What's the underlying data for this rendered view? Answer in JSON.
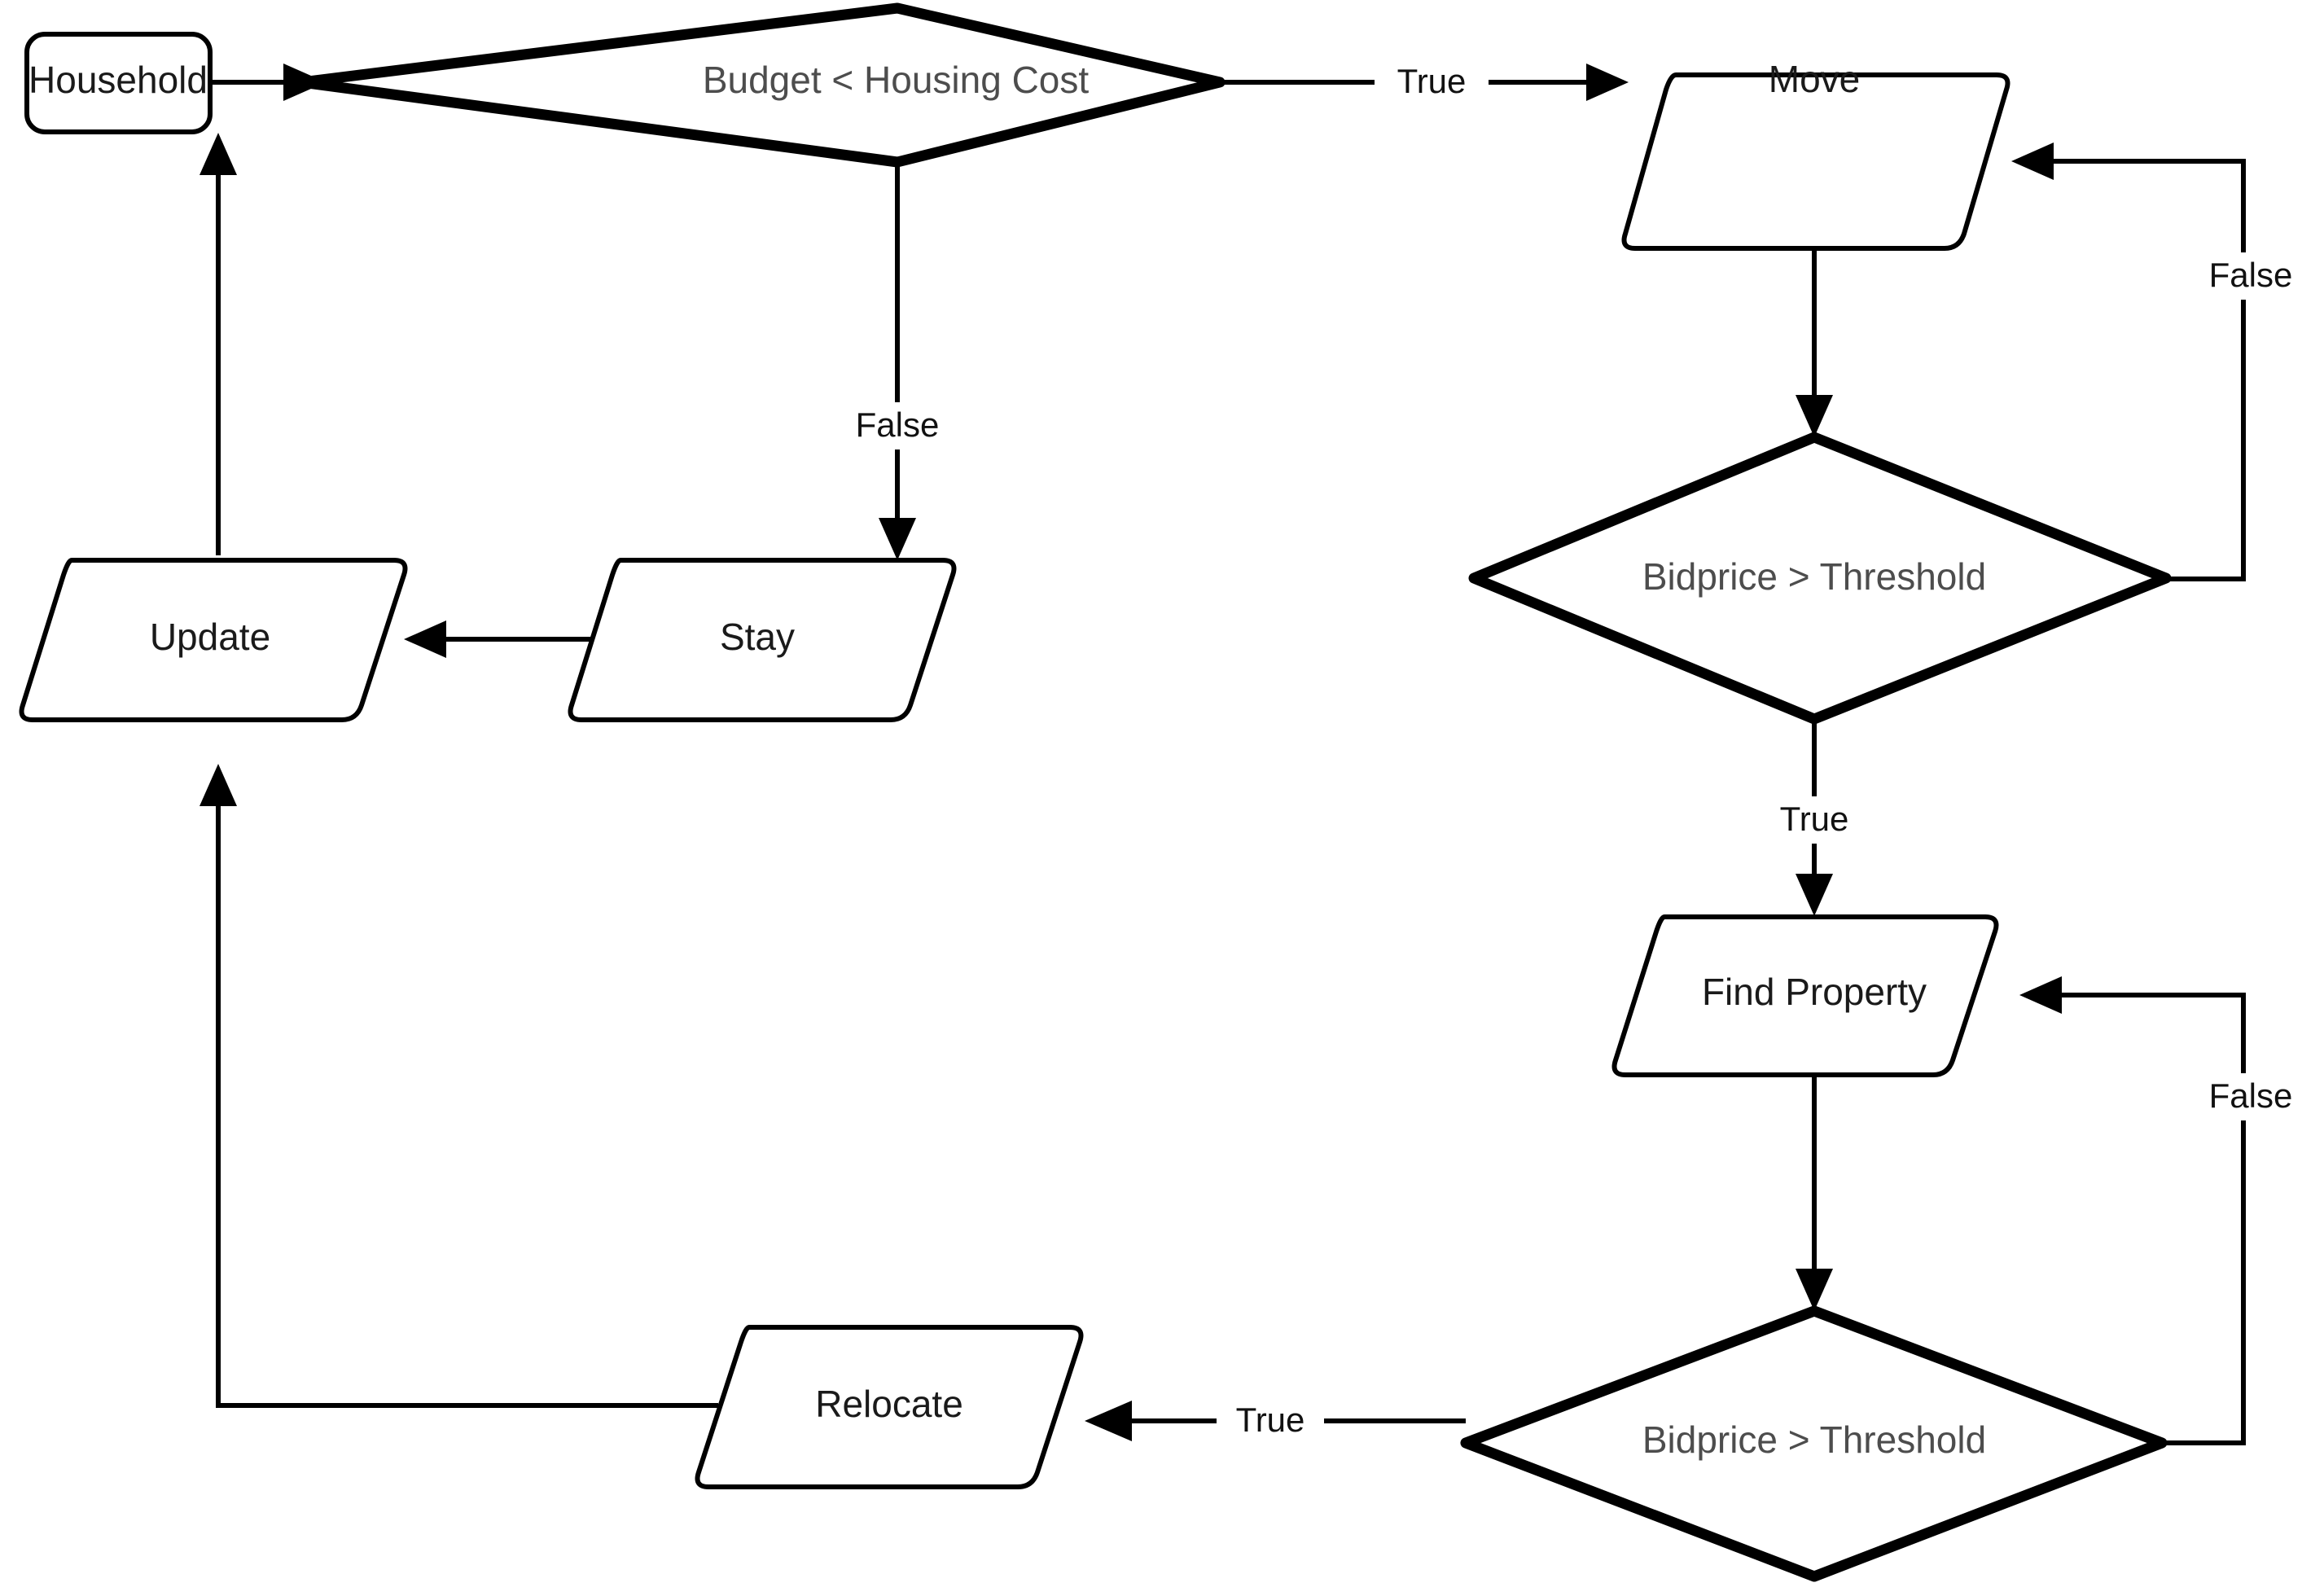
{
  "diagram": {
    "type": "flowchart",
    "title": "Household Housing Decision Flowchart",
    "background_color": "#ffffff",
    "stroke_color": "#000000",
    "decision_text_color": "#4d4d4d",
    "node_text_color": "#1a1a1a"
  },
  "nodes": {
    "household": {
      "label": "Household",
      "shape": "process"
    },
    "budget_check": {
      "label": "Budget < Housing Cost",
      "shape": "decision"
    },
    "move": {
      "label": "Move",
      "shape": "parallelogram"
    },
    "stay": {
      "label": "Stay",
      "shape": "parallelogram"
    },
    "update": {
      "label": "Update",
      "shape": "parallelogram"
    },
    "bid_check_1": {
      "label": "Bidprice > Threshold",
      "shape": "decision"
    },
    "find_property": {
      "label": "Find Property",
      "shape": "parallelogram"
    },
    "bid_check_2": {
      "label": "Bidprice > Threshold",
      "shape": "decision"
    },
    "relocate": {
      "label": "Relocate",
      "shape": "parallelogram"
    }
  },
  "edges": {
    "household_to_budget": {
      "label": ""
    },
    "budget_true_to_move": {
      "label": "True"
    },
    "budget_false_to_stay": {
      "label": "False"
    },
    "stay_to_update": {
      "label": ""
    },
    "update_to_household": {
      "label": ""
    },
    "move_to_bid1": {
      "label": ""
    },
    "bid1_false_to_move": {
      "label": "False"
    },
    "bid1_true_to_find": {
      "label": "True"
    },
    "find_to_bid2": {
      "label": ""
    },
    "bid2_false_to_find": {
      "label": "False"
    },
    "bid2_true_to_relocate": {
      "label": "True"
    },
    "relocate_to_update": {
      "label": ""
    }
  }
}
